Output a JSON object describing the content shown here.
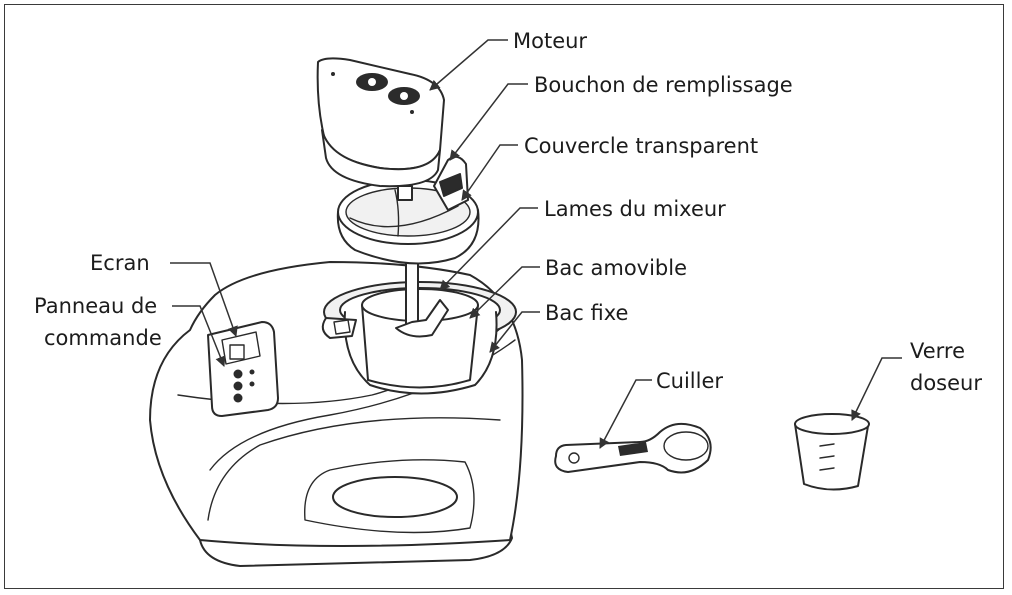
{
  "labels": {
    "moteur": "Moteur",
    "bouchon": "Bouchon de remplissage",
    "couvercle": "Couvercle transparent",
    "lames": "Lames du mixeur",
    "bac_amovible": "Bac amovible",
    "bac_fixe": "Bac fixe",
    "ecran": "Ecran",
    "panneau_line1": "Panneau de",
    "panneau_line2": "commande",
    "cuiller": "Cuiller",
    "verre_line1": "Verre",
    "verre_line2": "doseur"
  }
}
